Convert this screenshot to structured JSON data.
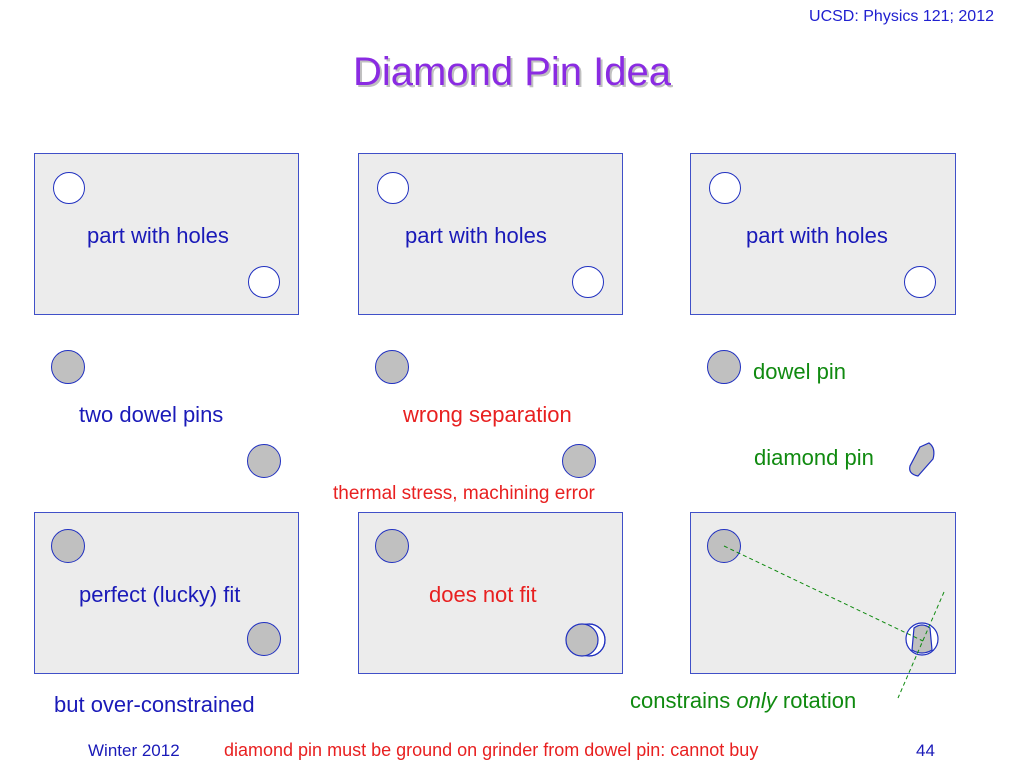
{
  "header": {
    "course": "UCSD: Physics 121; 2012"
  },
  "title": "Diamond Pin Idea",
  "panels": {
    "top_label": "part with holes",
    "perfect_fit": "perfect (lucky) fit",
    "not_fit": "does not fit"
  },
  "labels": {
    "two_dowel_pins": "two dowel pins",
    "wrong_separation": "wrong separation",
    "thermal_stress": "thermal stress, machining error",
    "dowel_pin": "dowel pin",
    "diamond_pin": "diamond pin",
    "over_constrained": "but over-constrained",
    "constrains_pre": "constrains ",
    "constrains_only": "only",
    "constrains_post": " rotation"
  },
  "footer": {
    "term": "Winter 2012",
    "note": "diamond pin must be ground on grinder from dowel pin: cannot buy",
    "page": "44"
  },
  "colors": {
    "title": "#8a2be2",
    "blue_text": "#1a1ab8",
    "red_text": "#e82020",
    "green_text": "#108a10",
    "panel_fill": "#ececec",
    "pin_fill": "#c0c0c0"
  }
}
